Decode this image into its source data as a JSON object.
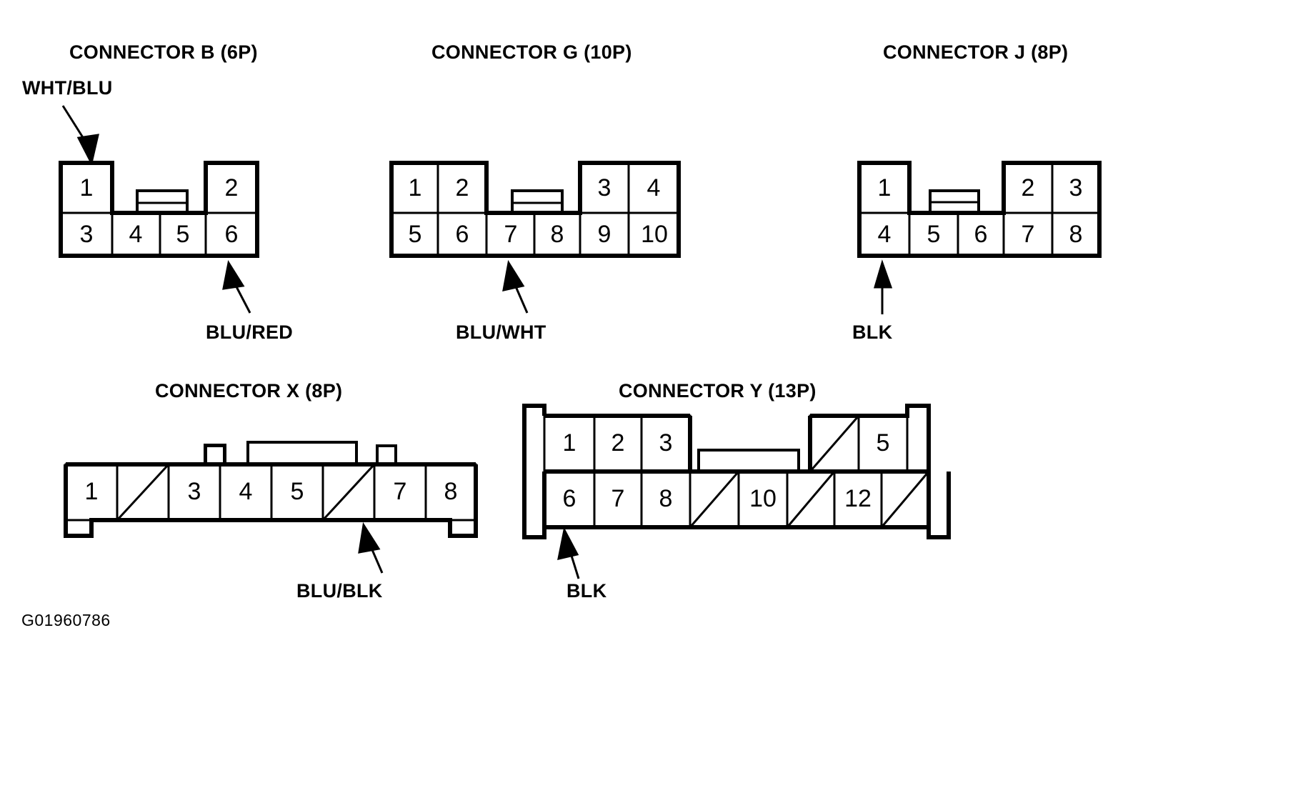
{
  "diagram": {
    "code": "G01960786",
    "type": "connector-pinout-diagram",
    "background": "#ffffff",
    "line_color": "#000000"
  },
  "connectors": [
    {
      "id": "B",
      "title": "CONNECTOR B (6P)",
      "pin_count": "6P",
      "style": "stepped",
      "top_row": [
        "1",
        "",
        "2"
      ],
      "bottom_row": [
        "3",
        "4",
        "5",
        "6"
      ],
      "labels": [
        {
          "text": "WHT/BLU",
          "points_to": "1",
          "position": "upper-left"
        },
        {
          "text": "BLU/RED",
          "points_to": "6",
          "position": "lower-right"
        }
      ]
    },
    {
      "id": "G",
      "title": "CONNECTOR G (10P)",
      "pin_count": "10P",
      "style": "stepped",
      "top_row": [
        "1",
        "2",
        "",
        "3",
        "4"
      ],
      "bottom_row": [
        "5",
        "6",
        "7",
        "8",
        "9",
        "10"
      ],
      "labels": [
        {
          "text": "BLU/WHT",
          "points_to": "7",
          "position": "lower-left"
        }
      ]
    },
    {
      "id": "J",
      "title": "CONNECTOR J (8P)",
      "pin_count": "8P",
      "style": "stepped",
      "top_row": [
        "1",
        "",
        "2",
        "3"
      ],
      "bottom_row": [
        "4",
        "5",
        "6",
        "7",
        "8"
      ],
      "labels": [
        {
          "text": "BLK",
          "points_to": "4",
          "position": "lower-left"
        }
      ]
    },
    {
      "id": "X",
      "title": "CONNECTOR X (8P)",
      "pin_count": "8P",
      "style": "single-row",
      "row": [
        "1",
        "",
        "3",
        "4",
        "5",
        "",
        "7",
        "8"
      ],
      "labels": [
        {
          "text": "BLU/BLK",
          "points_to": "7",
          "position": "lower-right"
        }
      ]
    },
    {
      "id": "Y",
      "title": "CONNECTOR Y (13P)",
      "pin_count": "13P",
      "style": "stepped",
      "top_row": [
        "1",
        "2",
        "3",
        "",
        "",
        "5"
      ],
      "bottom_row": [
        "6",
        "7",
        "8",
        "",
        "10",
        "",
        "12",
        ""
      ],
      "labels": [
        {
          "text": "BLK",
          "points_to": "6",
          "position": "lower-left"
        }
      ]
    }
  ]
}
